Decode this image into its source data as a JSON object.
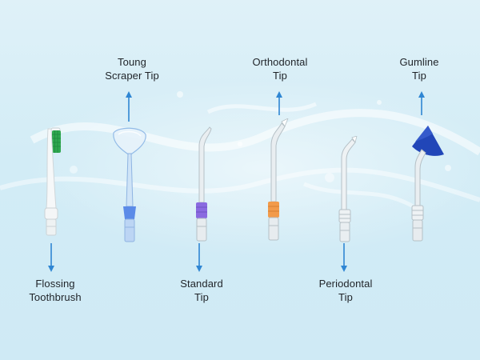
{
  "labels": {
    "flossing_toothbrush": [
      "Flossing",
      "Toothbrush"
    ],
    "tongue_scraper_tip": [
      "Toung",
      "Scraper Tip"
    ],
    "standard_tip": [
      "Standard",
      "Tip"
    ],
    "orthodontal_tip": [
      "Orthodontal",
      "Tip"
    ],
    "periodontal_tip": [
      "Periodontal",
      "Tip"
    ],
    "gumline_tip": [
      "Gumline",
      "Tip"
    ]
  },
  "colors": {
    "background": "#d6eef7",
    "arrow": "#2f86d3",
    "brush_bristles": "#2fa84f",
    "tongue_scraper_ring": "#4f7fe0",
    "standard_ring": "#8a6ae0",
    "orthodontal_ring": "#f29a4a",
    "gumline_cap": "#2146b8"
  }
}
